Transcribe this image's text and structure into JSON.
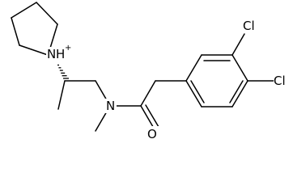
{
  "molecule": {
    "atom_labels": {
      "pyrrolidinium_nitrogen": "N",
      "pyrrolidinium_hydrogen": "H",
      "pyrrolidinium_charge": "+",
      "amide_nitrogen": "N",
      "amide_oxygen": "O",
      "chlorine_meta": "Cl",
      "chlorine_para": "Cl"
    }
  }
}
